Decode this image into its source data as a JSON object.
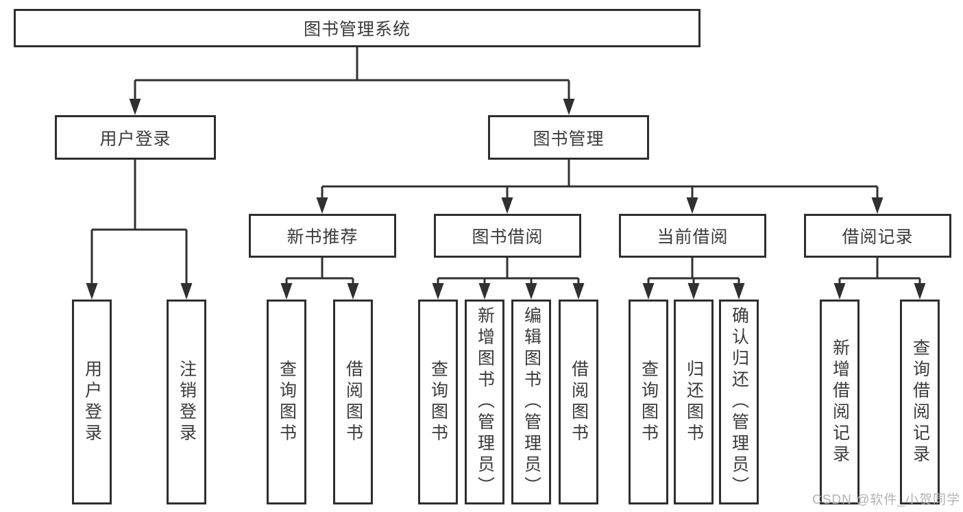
{
  "diagram": {
    "type": "hierarchy-tree",
    "root": "图书管理系统",
    "branches": [
      {
        "label": "用户登录",
        "children": [
          "用户登录",
          "注销登录"
        ]
      },
      {
        "label": "图书管理",
        "children": [
          {
            "label": "新书推荐",
            "children": [
              "查询图书",
              "借阅图书"
            ]
          },
          {
            "label": "图书借阅",
            "children": [
              "查询图书",
              "新增图书（管理员）",
              "编辑图书（管理员）",
              "借阅图书"
            ]
          },
          {
            "label": "当前借阅",
            "children": [
              "查询图书",
              "归还图书",
              "确认归还（管理员）"
            ]
          },
          {
            "label": "借阅记录",
            "children": [
              "新增借阅记录",
              "查询借阅记录"
            ]
          }
        ]
      }
    ]
  },
  "watermark": {
    "text": "CSDN @软件_小贺同学"
  },
  "colors": {
    "line": "#303030",
    "box_border": "#2e2e2e",
    "text": "#3a3a3a",
    "watermark": "#b3b3b3",
    "background": "#ffffff"
  }
}
